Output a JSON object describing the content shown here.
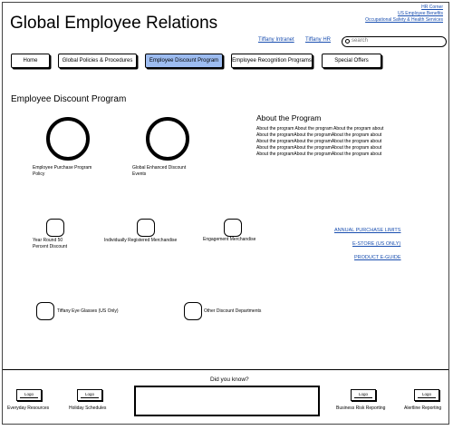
{
  "header": {
    "title": "Global Employee Relations",
    "top_links": [
      "HR Corner",
      "US Employee Benefits",
      "Occupational Safety & Health Services"
    ],
    "links": [
      "Tiffany Intranet",
      "Tiffany HR"
    ],
    "search_placeholder": "search"
  },
  "nav": {
    "items": [
      "Home",
      "Global Policies & Procedures",
      "Employee Discount Program",
      "Employee Recognition Programs",
      "Special Offers"
    ],
    "active": "Employee Discount Program"
  },
  "page": {
    "heading": "Employee Discount Program"
  },
  "programs": {
    "large": [
      {
        "line1": "Employee Purchase Program",
        "line2": "Policy"
      },
      {
        "line1": "Global Enhanced Discount",
        "line2": "Events"
      }
    ],
    "small": [
      {
        "line1": "Year Round 50",
        "line2": "Percent Discount"
      },
      {
        "line1": "Individually Registered Merchandise"
      },
      {
        "line1": "Engagement Merchandise"
      }
    ],
    "other": [
      {
        "line1": "Tiffany Eye Glasses (US Only)"
      },
      {
        "line1": "Other Discount Departments"
      }
    ]
  },
  "about": {
    "title": "About the Program",
    "lines": [
      "About the program About the program About the program about",
      "About the programAbout the programAbout the program about",
      "About the programAbout the programAbout the program about",
      "About the programAbout the programAbout the program about",
      "About the programAbout the programAbout the program about"
    ]
  },
  "right_links": [
    "ANNUAL PURCHASE LIMITS",
    "E-STORE (US ONLY)",
    "PRODUCT E-GUIDE"
  ],
  "footer": {
    "did_you_know": "Did you know?",
    "logo_text": "Logo",
    "items": [
      "Everyday Resources",
      "Holiday Schedules",
      "Business Risk Reporting",
      "Alertline Reporting"
    ]
  }
}
